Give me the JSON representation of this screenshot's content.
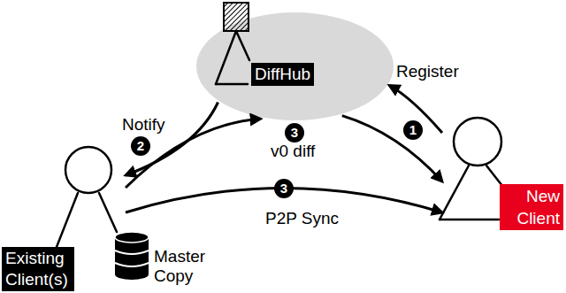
{
  "diagram": {
    "nodes": [
      {
        "text": [
          "DiffHub"
        ]
      },
      {
        "text": [
          "New Client"
        ]
      },
      {
        "text": [
          "Existing Client(s)"
        ]
      }
    ],
    "edges": [
      {
        "from": 1,
        "to": 0,
        "arrow": "to",
        "label": "Register"
      },
      {
        "from": 0,
        "to": 2,
        "arrow": "to",
        "label": "Notify"
      },
      {
        "from": 2,
        "to": 0,
        "arrow": "to"
      },
      {
        "from": 0,
        "to": 1,
        "arrow": "to",
        "label": "v0 diff"
      },
      {
        "from": 2,
        "to": 1,
        "arrow": "to",
        "label": "P2P Sync"
      }
    ],
    "labels": [
      "1",
      "2",
      "3",
      "3",
      "Master Copy"
    ]
  }
}
